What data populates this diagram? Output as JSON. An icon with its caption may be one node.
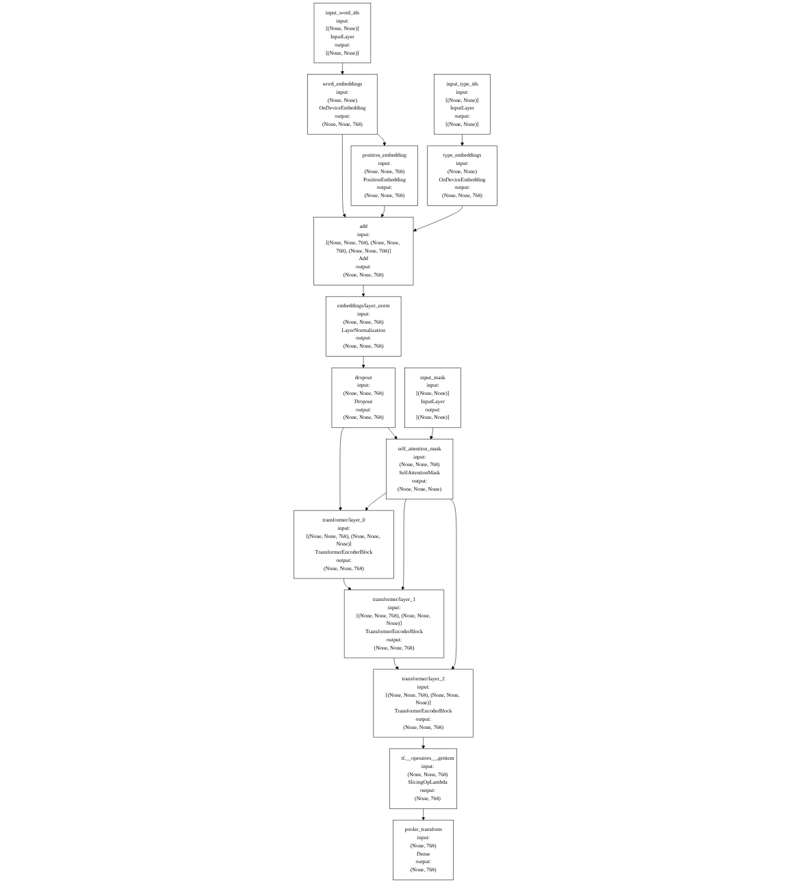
{
  "diagram": {
    "nodes": [
      {
        "text": [
          "input_word_ids",
          "input:",
          "[(None, None)]",
          "InputLayer",
          "output:",
          "[(None, None)]"
        ]
      },
      {
        "text": [
          "word_embeddings",
          "input:",
          "(None, None)",
          "OnDeviceEmbedding",
          "output:",
          "(None, None, 768)"
        ]
      },
      {
        "text": [
          "input_type_ids",
          "input:",
          "[(None, None)]",
          "InputLayer",
          "output:",
          "[(None, None)]"
        ]
      },
      {
        "text": [
          "position_embedding",
          "input:",
          "(None, None, 768)",
          "PositionEmbedding",
          "output:",
          "(None, None, 768)"
        ]
      },
      {
        "text": [
          "type_embeddings",
          "input:",
          "(None, None)",
          "OnDeviceEmbedding",
          "output:",
          "(None, None, 768)"
        ]
      },
      {
        "text": [
          "add",
          "input:",
          "[(None, None, 768), (None, None, 768), (None, None, 768)]",
          "Add",
          "output:",
          "(None, None, 768)"
        ]
      },
      {
        "text": [
          "embeddings/layer_norm",
          "input:",
          "(None, None, 768)",
          "LayerNormalization",
          "output:",
          "(None, None, 768)"
        ]
      },
      {
        "text": [
          "dropout",
          "input:",
          "(None, None, 768)",
          "Dropout",
          "output:",
          "(None, None, 768)"
        ]
      },
      {
        "text": [
          "input_mask",
          "input:",
          "[(None, None)]",
          "InputLayer",
          "output:",
          "[(None, None)]"
        ]
      },
      {
        "text": [
          "self_attention_mask",
          "input:",
          "(None, None, 768)",
          "SelfAttentionMask",
          "output:",
          "(None, None, None)"
        ]
      },
      {
        "text": [
          "transformer/layer_0",
          "input:",
          "[(None, None, 768), (None, None, None)]",
          "TransformerEncoderBlock",
          "output:",
          "(None, None, 768)"
        ]
      },
      {
        "text": [
          "transformer/layer_1",
          "input:",
          "[(None, None, 768), (None, None, None)]",
          "TransformerEncoderBlock",
          "output:",
          "(None, None, 768)"
        ]
      },
      {
        "text": [
          "transformer/layer_2",
          "input:",
          "[(None, None, 768), (None, None, None)]",
          "TransformerEncoderBlock",
          "output:",
          "(None, None, 768)"
        ]
      },
      {
        "text": [
          "tf.__operators__.getitem",
          "input:",
          "(None, None, 768)",
          "SlicingOpLambda",
          "output:",
          "(None, 768)"
        ]
      },
      {
        "text": [
          "pooler_transform",
          "input:",
          "(None, 768)",
          "Dense",
          "output:",
          "(None, 768)"
        ]
      }
    ],
    "edges": [
      {
        "from": 0,
        "to": 1,
        "arrow": "to"
      },
      {
        "from": 1,
        "to": 3,
        "arrow": "to"
      },
      {
        "from": 1,
        "to": 5,
        "arrow": "to"
      },
      {
        "from": 2,
        "to": 4,
        "arrow": "to"
      },
      {
        "from": 3,
        "to": 5,
        "arrow": "to"
      },
      {
        "from": 4,
        "to": 5,
        "arrow": "to"
      },
      {
        "from": 5,
        "to": 6,
        "arrow": "to"
      },
      {
        "from": 6,
        "to": 7,
        "arrow": "to"
      },
      {
        "from": 7,
        "to": 9,
        "arrow": "to"
      },
      {
        "from": 8,
        "to": 9,
        "arrow": "to"
      },
      {
        "from": 7,
        "to": 10,
        "arrow": "to"
      },
      {
        "from": 9,
        "to": 10,
        "arrow": "to"
      },
      {
        "from": 10,
        "to": 11,
        "arrow": "to"
      },
      {
        "from": 9,
        "to": 11,
        "arrow": "to"
      },
      {
        "from": 11,
        "to": 12,
        "arrow": "to"
      },
      {
        "from": 9,
        "to": 12,
        "arrow": "to"
      },
      {
        "from": 12,
        "to": 13,
        "arrow": "to"
      },
      {
        "from": 13,
        "to": 14,
        "arrow": "to"
      }
    ]
  }
}
